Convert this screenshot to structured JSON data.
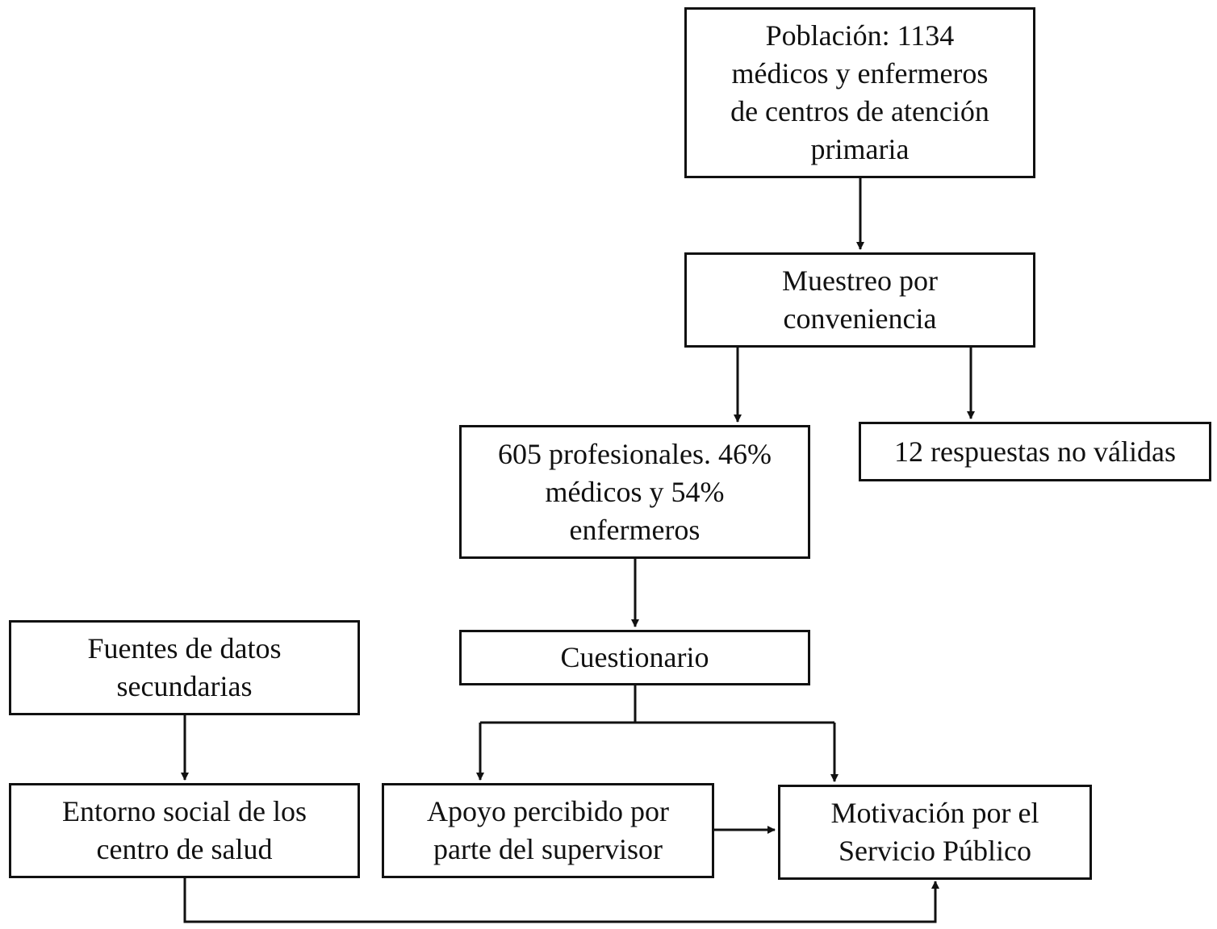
{
  "nodes": {
    "poblacion": {
      "lines": [
        "Población: 1134",
        "médicos y enfermeros",
        "de centros de atención",
        "primaria"
      ]
    },
    "muestreo": {
      "lines": [
        "Muestreo por",
        "conveniencia"
      ]
    },
    "profesionales": {
      "lines": [
        "605 profesionales. 46%",
        "médicos y 54%",
        "enfermeros"
      ]
    },
    "no_validas": {
      "lines": [
        "12 respuestas no válidas"
      ]
    },
    "fuentes": {
      "lines": [
        "Fuentes de datos",
        "secundarias"
      ]
    },
    "cuestionario": {
      "lines": [
        "Cuestionario"
      ]
    },
    "entorno": {
      "lines": [
        "Entorno social de los",
        "centro de salud"
      ]
    },
    "apoyo": {
      "lines": [
        "Apoyo percibido por",
        "parte del supervisor"
      ]
    },
    "motivacion": {
      "lines": [
        "Motivación por el",
        "Servicio Público"
      ]
    }
  },
  "colors": {
    "stroke": "#111111",
    "background": "#ffffff"
  }
}
